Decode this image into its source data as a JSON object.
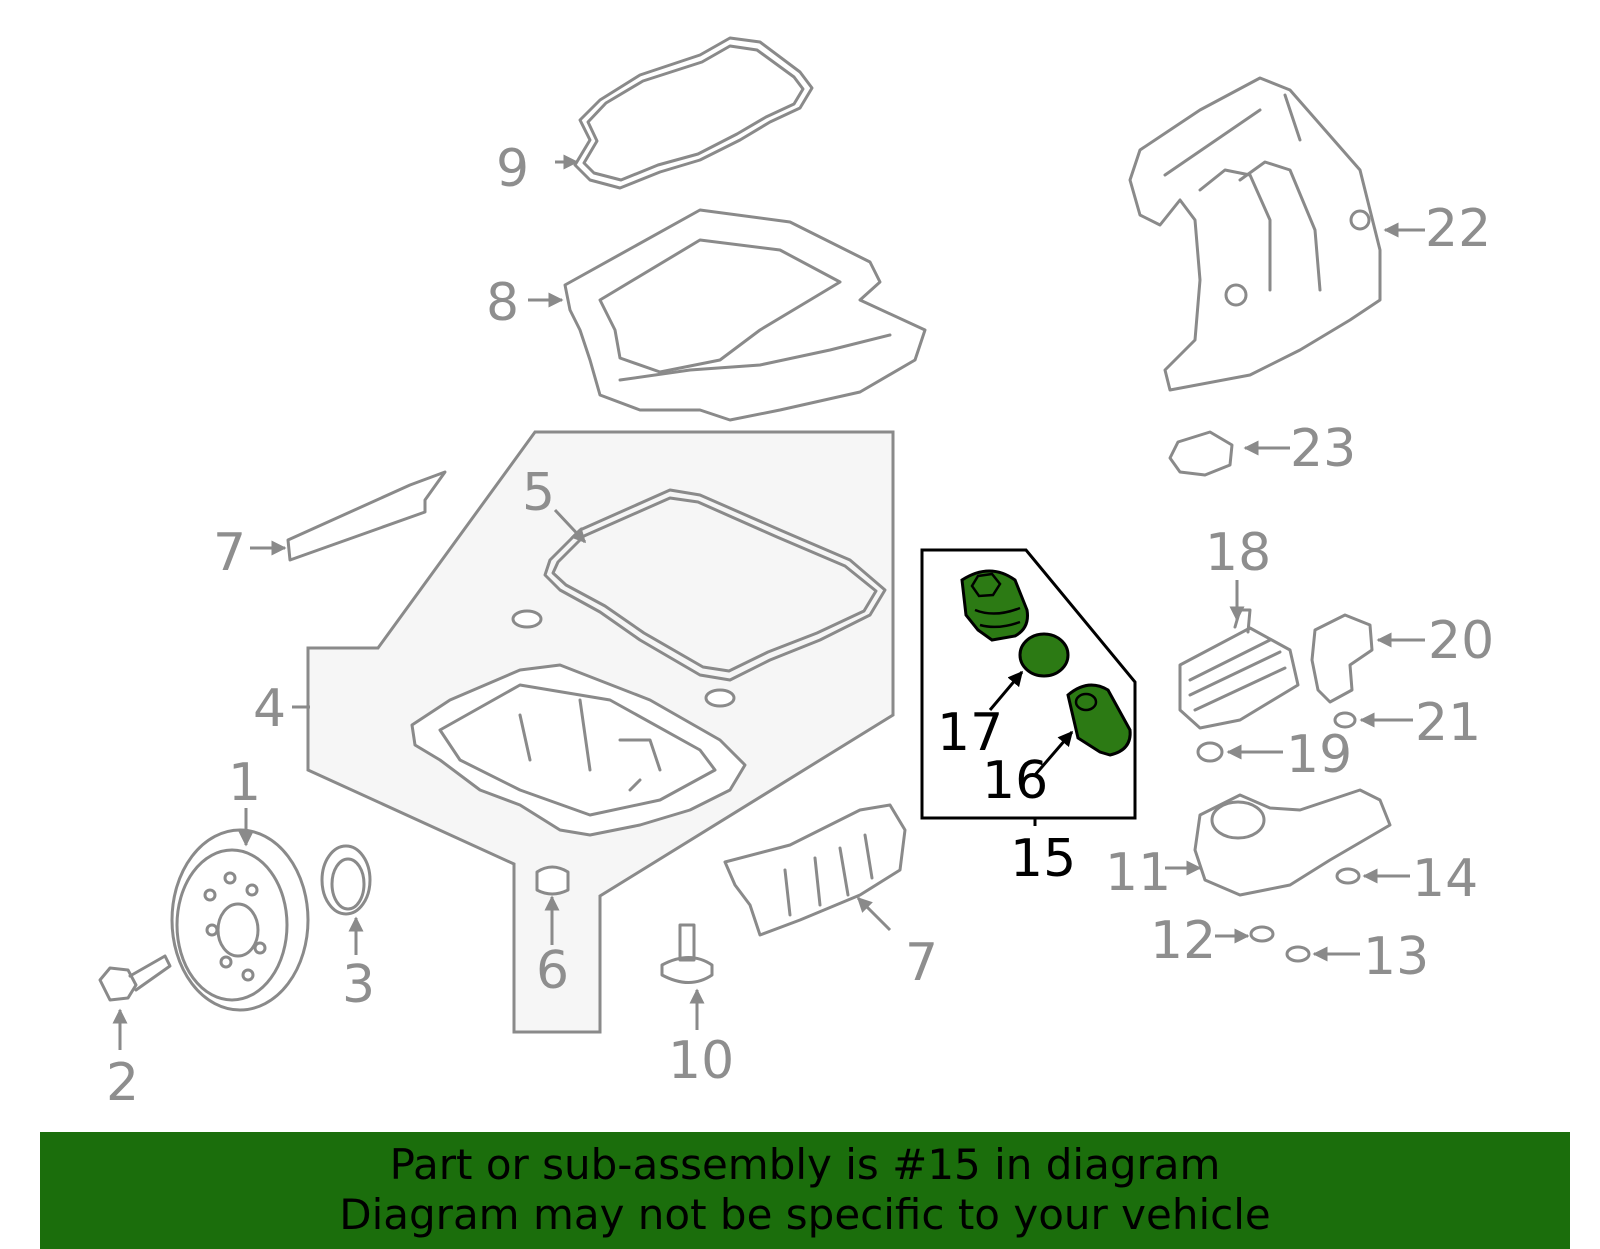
{
  "callouts": {
    "c1": "1",
    "c2": "2",
    "c3": "3",
    "c4": "4",
    "c5": "5",
    "c6": "6",
    "c7a": "7",
    "c7b": "7",
    "c8": "8",
    "c9": "9",
    "c10": "10",
    "c11": "11",
    "c12": "12",
    "c13": "13",
    "c14": "14",
    "c15": "15",
    "c16": "16",
    "c17": "17",
    "c18": "18",
    "c19": "19",
    "c20": "20",
    "c21": "21",
    "c22": "22",
    "c23": "23"
  },
  "highlighted_part": "15",
  "colors": {
    "highlight_fill": "#2c7a14",
    "banner_bg": "#1b6e0c",
    "line_gray": "#8a8a8a",
    "group_fill": "#f6f6f6"
  },
  "banner": {
    "line1": "Part or sub-assembly is #15 in diagram",
    "line2": "Diagram may not be specific to your vehicle"
  }
}
